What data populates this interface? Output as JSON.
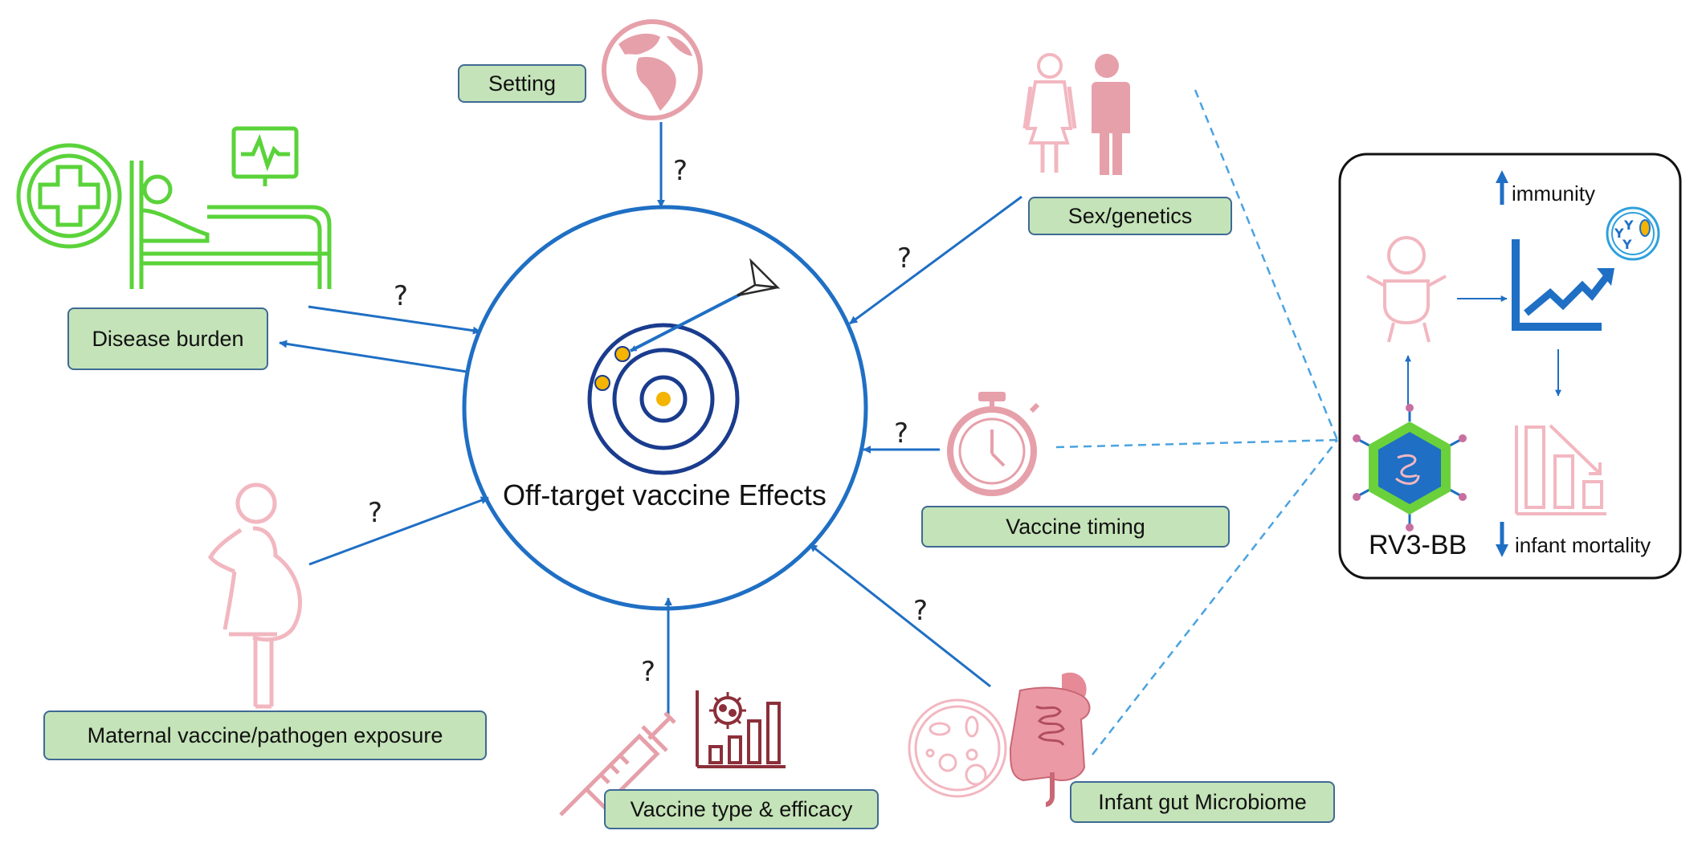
{
  "center": {
    "title": "Off-target vaccine Effects"
  },
  "factors": {
    "setting": "Setting",
    "disease_burden": "Disease burden",
    "sex_genetics": "Sex/genetics",
    "vaccine_timing": "Vaccine timing",
    "maternal": "Maternal vaccine/pathogen exposure",
    "vaccine_type": "Vaccine type & efficacy",
    "microbiome": "Infant gut Microbiome"
  },
  "question_mark": "?",
  "panel": {
    "vaccine": "RV3-BB",
    "immunity": "immunity",
    "mortality": "infant mortality"
  },
  "colors": {
    "arrow_blue": "#1f6fc4",
    "label_fill": "#c4e3b8",
    "pink": "#e6a0aa",
    "green_icon": "#5ad33a",
    "dark_red": "#8c2f3a"
  }
}
